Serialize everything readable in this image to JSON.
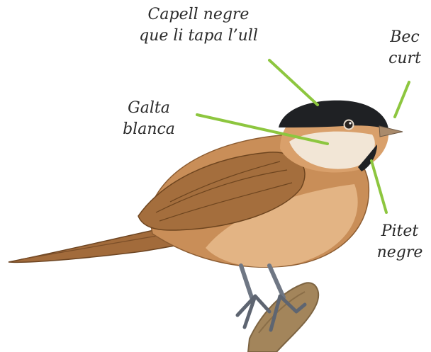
{
  "colors": {
    "pointer": "#8dc63f",
    "cap": "#1f2124",
    "body": "#c98e58",
    "belly": "#e6b889",
    "cheek": "#f2e6d6",
    "wing": "#a46e3d",
    "beak": "#a98a6b",
    "legs": "#6f7784",
    "branch": "#a3855b"
  },
  "labels": {
    "cap": {
      "line1": "Capell negre",
      "line2": "que li tapa l’ull"
    },
    "beak": {
      "line1": "Bec",
      "line2": "curt"
    },
    "cheek": {
      "line1": "Galta",
      "line2": "blanca"
    },
    "bib": {
      "line1": "Pitet",
      "line2": "negre"
    }
  }
}
